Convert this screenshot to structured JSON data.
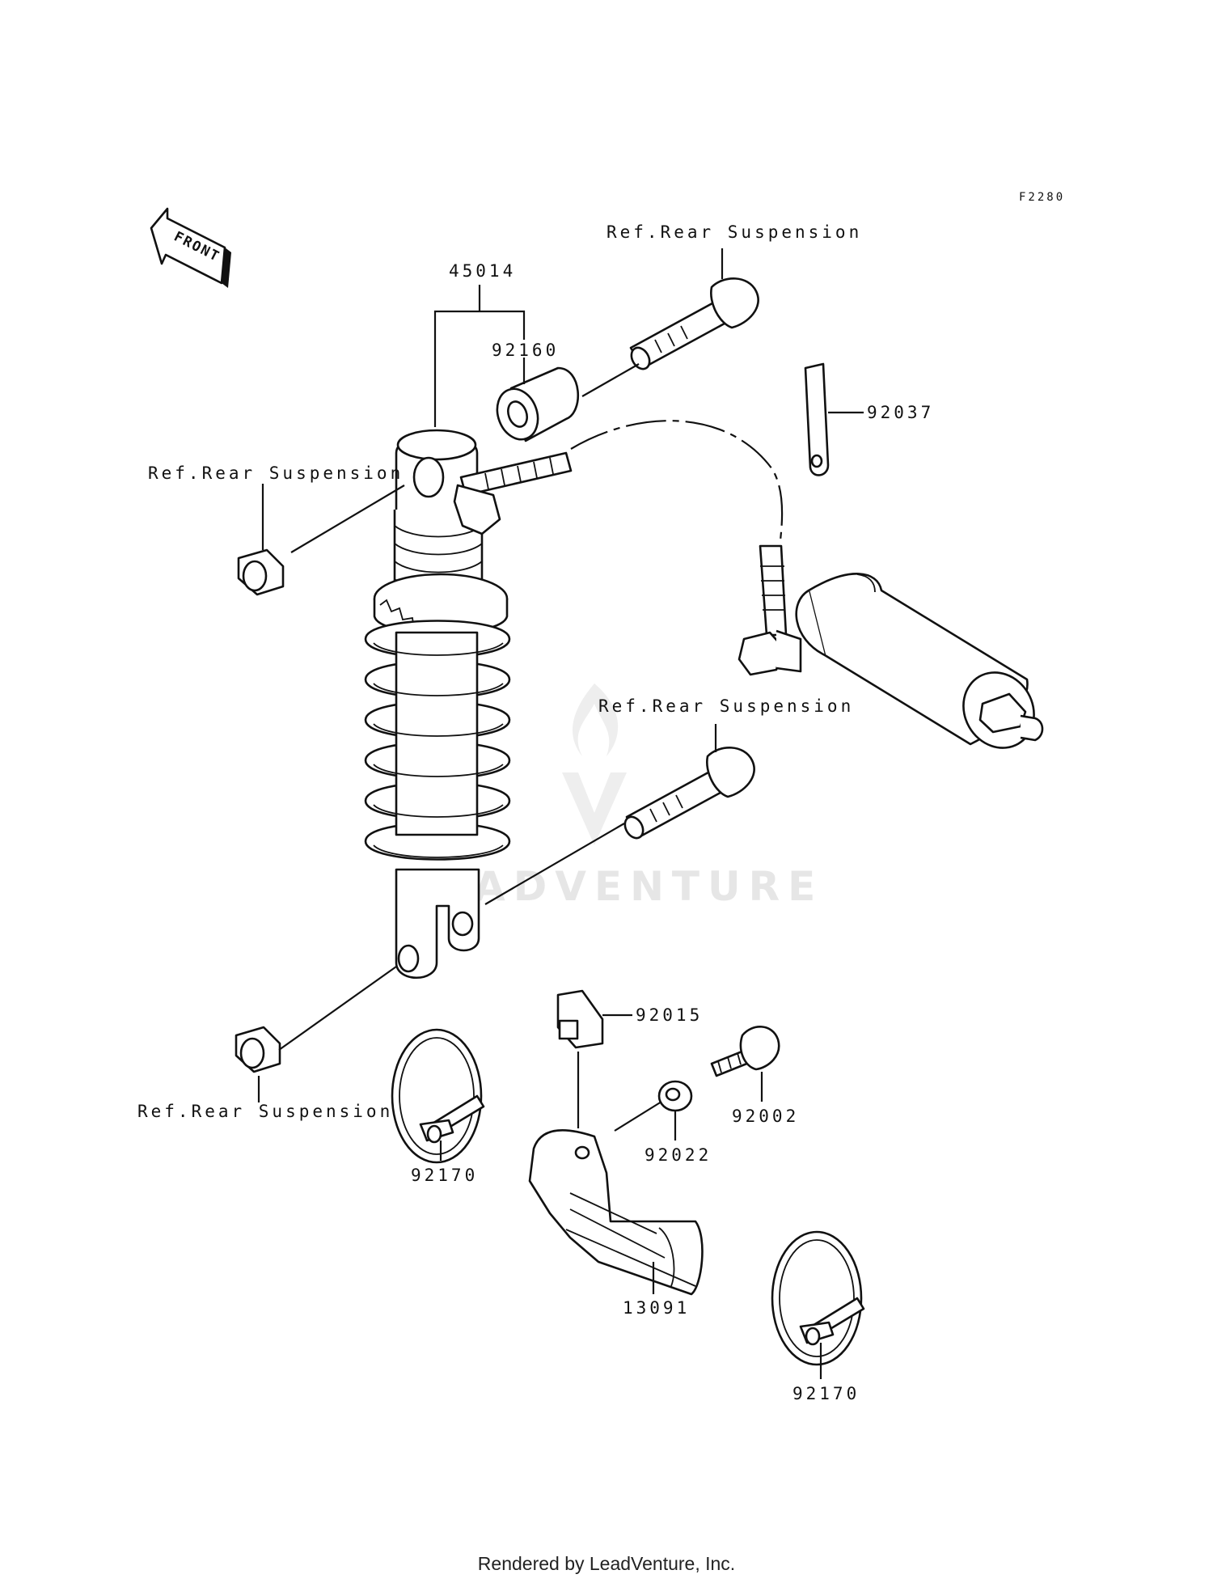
{
  "diagram_code": "F2280",
  "front_label": "FRONT",
  "watermark": "LEADVENTURE",
  "footer": "Rendered by LeadVenture, Inc.",
  "labels": {
    "ref_top": "Ref.Rear Suspension",
    "ref_left_upper": "Ref.Rear Suspension",
    "ref_mid": "Ref.Rear Suspension",
    "ref_bottom_left": "Ref.Rear Suspension",
    "p45014": "45014",
    "p92160": "92160",
    "p92037": "92037",
    "p92015": "92015",
    "p92002": "92002",
    "p92022": "92022",
    "p92170_left": "92170",
    "p92170_right": "92170",
    "p13091": "13091"
  }
}
